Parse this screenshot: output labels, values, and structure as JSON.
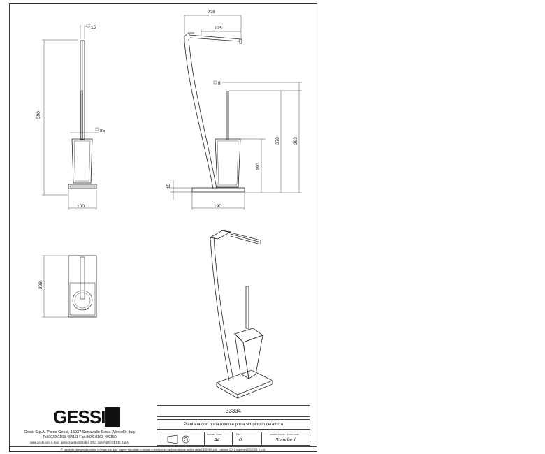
{
  "drawing": {
    "dimensions": {
      "front_tube": "15",
      "front_height": "590",
      "front_brush_dia": "85",
      "front_base_width": "100",
      "side_width": "228",
      "side_holder": "125",
      "side_brush_tube": "8",
      "side_brush_height": "378",
      "side_overall_height": "393",
      "side_cup_height": "190",
      "side_base_thickness": "15",
      "side_base_width": "190",
      "top_depth": "228"
    }
  },
  "title_block": {
    "brand": "GESSI",
    "product_code": "33334",
    "description": "Piantana con porta rotolo e porta scopino in ceramica",
    "address_line1": "Gessi S.p.A. Parco Gessi, 13037 Serravalle Sesia (Vercelli) Italy",
    "address_line2": "Tel.0039 0163 454111 Fax.0039 0163 459150",
    "address_line3": "www.gessi.com  e-mail: gessi@gessi.it  ottobre 2012  copyright©GESSI S.p.A.",
    "format_label": "formato / size",
    "format_value": "A4",
    "rev_label": "Rev",
    "rev_value": "0",
    "client_code_label": "codice cliente / client code",
    "client_code_value": "Standard",
    "footer": "E' presente disegno a termine di legge non puo' essere riprodotto o ceduto a terzi senza l'autorizzazione scritta della GESSI S.p.A. - ottobre 2012 copyright©GESSI S.p.A."
  }
}
